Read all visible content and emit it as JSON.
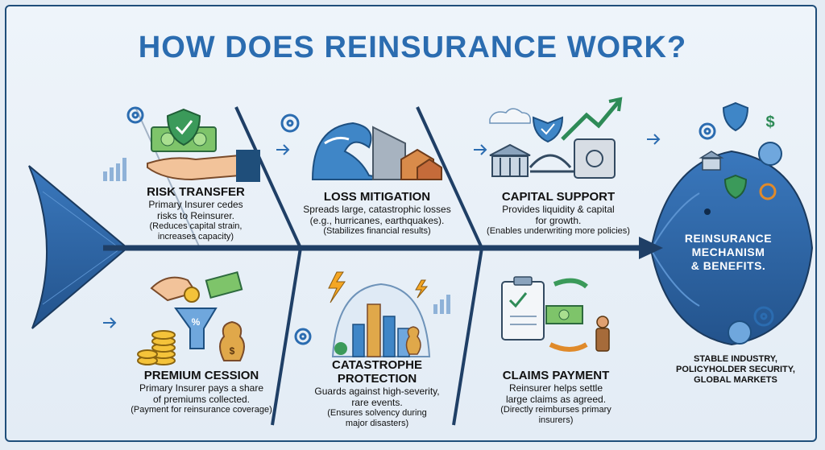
{
  "title": "HOW DOES REINSURANCE WORK?",
  "head_label": [
    "REINSURANCE",
    "MECHANISM",
    "& BENEFITS."
  ],
  "summary": [
    "STABLE INDUSTRY,",
    "POLICYHOLDER SECURITY,",
    "GLOBAL MARKETS"
  ],
  "steps": [
    {
      "title": "RISK TRANSFER",
      "desc": [
        "Primary Insurer cedes",
        "risks to Reinsurer."
      ],
      "note": [
        "(Reduces capital strain,",
        "increases capacity)"
      ]
    },
    {
      "title": "LOSS MITIGATION",
      "desc": [
        "Spreads large, catastrophic losses",
        "(e.g., hurricanes, earthquakes)."
      ],
      "note": [
        "(Stabilizes financial results)"
      ]
    },
    {
      "title": "CAPITAL SUPPORT",
      "desc": [
        "Provides liquidity & capital",
        "for growth."
      ],
      "note": [
        "(Enables underwriting more policies)"
      ]
    },
    {
      "title": "PREMIUM CESSION",
      "desc": [
        "Primary Insurer pays a share",
        "of premiums collected."
      ],
      "note": [
        "(Payment for reinsurance coverage)"
      ]
    },
    {
      "title": "CATASTROPHE",
      "title2": "PROTECTION",
      "desc": [
        "Guards against high-severity,",
        "rare events."
      ],
      "note": [
        "(Ensures solvency during",
        "major disasters)"
      ]
    },
    {
      "title": "CLAIMS PAYMENT",
      "desc": [
        "Reinsurer helps settle",
        "large claims as agreed."
      ],
      "note": [
        "(Directly reimburses primary",
        "insurers)"
      ]
    }
  ],
  "colors": {
    "title": "#2b6cb0",
    "spine": "#1f3f66",
    "fish": "#2f67a8",
    "accent": "#2e8b57"
  }
}
